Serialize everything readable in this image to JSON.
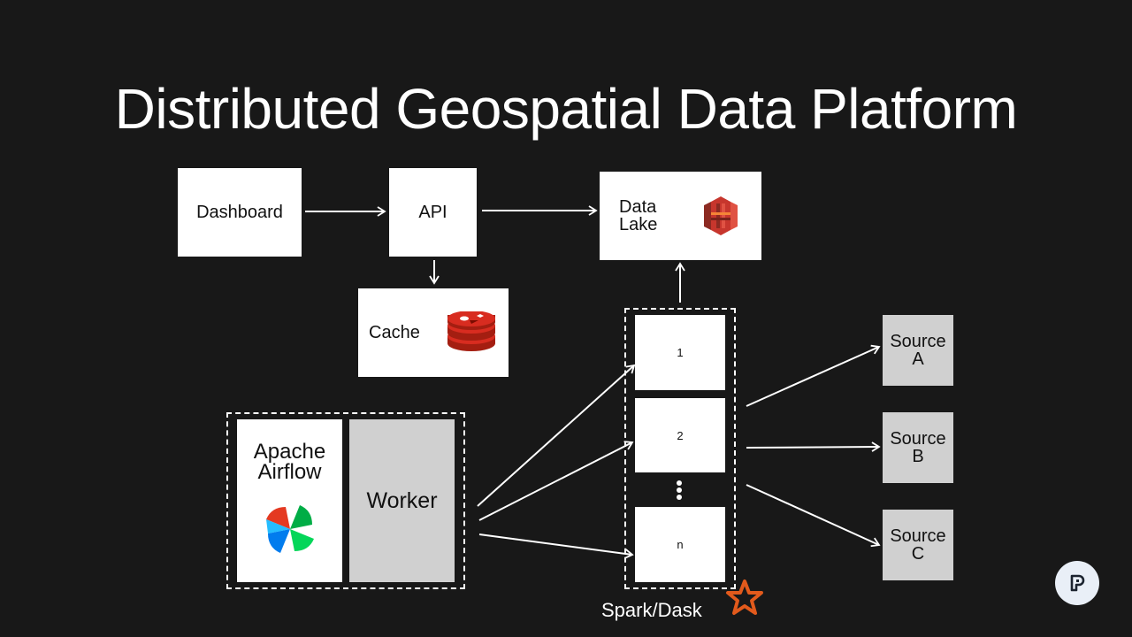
{
  "title": "Distributed Geospatial Data Platform",
  "nodes": {
    "dashboard": "Dashboard",
    "api": "API",
    "data_lake_line1": "Data",
    "data_lake_line2": "Lake",
    "cache": "Cache",
    "airflow_line1": "Apache",
    "airflow_line2": "Airflow",
    "worker": "Worker",
    "node_1": "1",
    "node_2": "2",
    "node_n": "n",
    "source_a_line1": "Source",
    "source_a_line2": "A",
    "source_b_line1": "Source",
    "source_b_line2": "B",
    "source_c_line1": "Source",
    "source_c_line2": "C"
  },
  "cluster_label": "Spark/Dask",
  "icons": {
    "data_lake": "s3-bucket-icon",
    "cache": "redis-icon",
    "airflow": "airflow-pinwheel-icon",
    "cluster": "spark-star-icon",
    "fab": "logo-icon"
  },
  "colors": {
    "background": "#181818",
    "s3_red": "#c7362d",
    "redis_red": "#c6302b",
    "spark_orange": "#e25a1c"
  }
}
